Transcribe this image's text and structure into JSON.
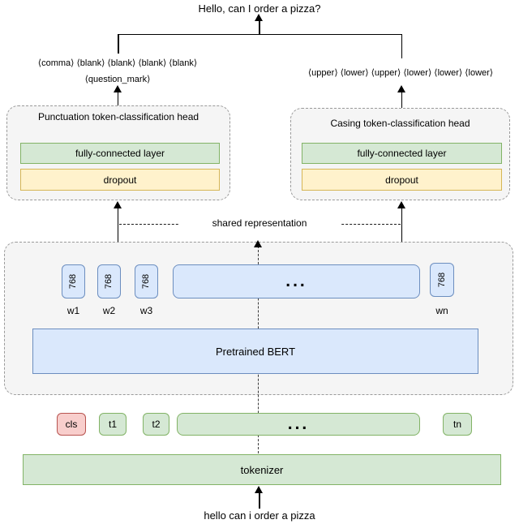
{
  "output": {
    "sentence": "Hello, can I order a pizza?"
  },
  "input": {
    "sentence": "hello can i order a pizza"
  },
  "punctuation_labels": {
    "line1": "⟨comma⟩ ⟨blank⟩ ⟨blank⟩ ⟨blank⟩ ⟨blank⟩",
    "line2": "⟨question_mark⟩"
  },
  "casing_labels": {
    "line1": "⟨upper⟩ ⟨lower⟩ ⟨upper⟩ ⟨lower⟩ ⟨lower⟩ ⟨lower⟩"
  },
  "punctuation_head": {
    "title": "Punctuation token-classification head",
    "fc_label": "fully-connected layer",
    "dropout_label": "dropout"
  },
  "casing_head": {
    "title": "Casing token-classification head",
    "fc_label": "fully-connected layer",
    "dropout_label": "dropout"
  },
  "shared_representation_label": "shared representation",
  "encoder": {
    "bert_label": "Pretrained BERT",
    "ellipsis": "...",
    "embeddings": [
      {
        "dim": "768",
        "word": "w1"
      },
      {
        "dim": "768",
        "word": "w2"
      },
      {
        "dim": "768",
        "word": "w3"
      },
      {
        "dim": "768",
        "word": "wn"
      }
    ]
  },
  "tokens": {
    "cls": "cls",
    "t1": "t1",
    "t2": "t2",
    "ellipsis": "...",
    "tn": "tn"
  },
  "tokenizer_label": "tokenizer",
  "colors": {
    "blue_fill": "#dae8fc",
    "blue_stroke": "#6c8ebf",
    "green_fill": "#d5e8d4",
    "green_stroke": "#82b366",
    "yellow_fill": "#fff2cc",
    "yellow_stroke": "#d6b656",
    "pink_fill": "#f8cecc",
    "pink_stroke": "#b85450",
    "container_fill": "#f5f5f5",
    "container_stroke": "#9a9a9a"
  }
}
